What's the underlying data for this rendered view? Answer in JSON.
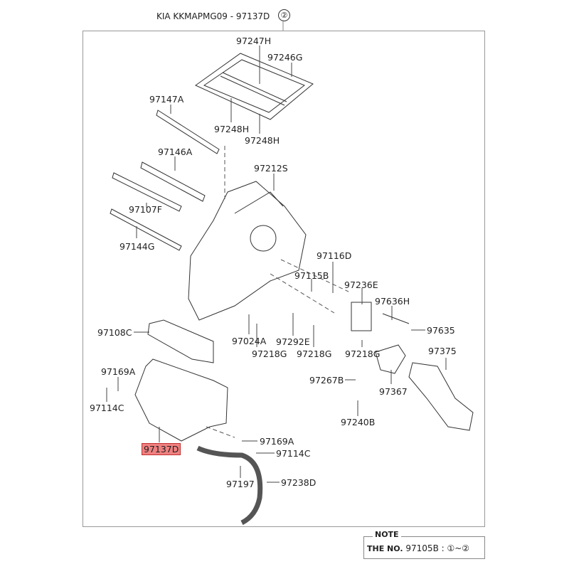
{
  "header": {
    "title": "KIA KKMAPMG09 - 97137D",
    "sheet_marker": "②"
  },
  "highlighted_part": "97137D",
  "parts": [
    {
      "id": "p-97247H",
      "label": "97247H"
    },
    {
      "id": "p-97246G",
      "label": "97246G"
    },
    {
      "id": "p-97147A",
      "label": "97147A"
    },
    {
      "id": "p-97248H-a",
      "label": "97248H"
    },
    {
      "id": "p-97248H-b",
      "label": "97248H"
    },
    {
      "id": "p-97146A",
      "label": "97146A"
    },
    {
      "id": "p-97212S",
      "label": "97212S"
    },
    {
      "id": "p-97107F",
      "label": "97107F"
    },
    {
      "id": "p-97144G",
      "label": "97144G"
    },
    {
      "id": "p-97116D",
      "label": "97116D"
    },
    {
      "id": "p-97115B",
      "label": "97115B"
    },
    {
      "id": "p-97236E",
      "label": "97236E"
    },
    {
      "id": "p-97636H",
      "label": "97636H"
    },
    {
      "id": "p-97635",
      "label": "97635"
    },
    {
      "id": "p-97108C",
      "label": "97108C"
    },
    {
      "id": "p-97024A",
      "label": "97024A"
    },
    {
      "id": "p-97292E",
      "label": "97292E"
    },
    {
      "id": "p-97218G-a",
      "label": "97218G"
    },
    {
      "id": "p-97218G-b",
      "label": "97218G"
    },
    {
      "id": "p-97218G-c",
      "label": "97218G"
    },
    {
      "id": "p-97375",
      "label": "97375"
    },
    {
      "id": "p-97169A-a",
      "label": "97169A"
    },
    {
      "id": "p-97114C-a",
      "label": "97114C"
    },
    {
      "id": "p-97267B",
      "label": "97267B"
    },
    {
      "id": "p-97367",
      "label": "97367"
    },
    {
      "id": "p-97240B",
      "label": "97240B"
    },
    {
      "id": "p-97137D",
      "label": "97137D"
    },
    {
      "id": "p-97169A-b",
      "label": "97169A"
    },
    {
      "id": "p-97114C-b",
      "label": "97114C"
    },
    {
      "id": "p-97197",
      "label": "97197"
    },
    {
      "id": "p-97238D",
      "label": "97238D"
    }
  ],
  "note": {
    "title": "NOTE",
    "prefix": "THE NO.",
    "text": "97105B : ①~②"
  },
  "colors": {
    "highlight": "#f08080",
    "highlight_border": "#c03030",
    "frame": "#999999"
  }
}
